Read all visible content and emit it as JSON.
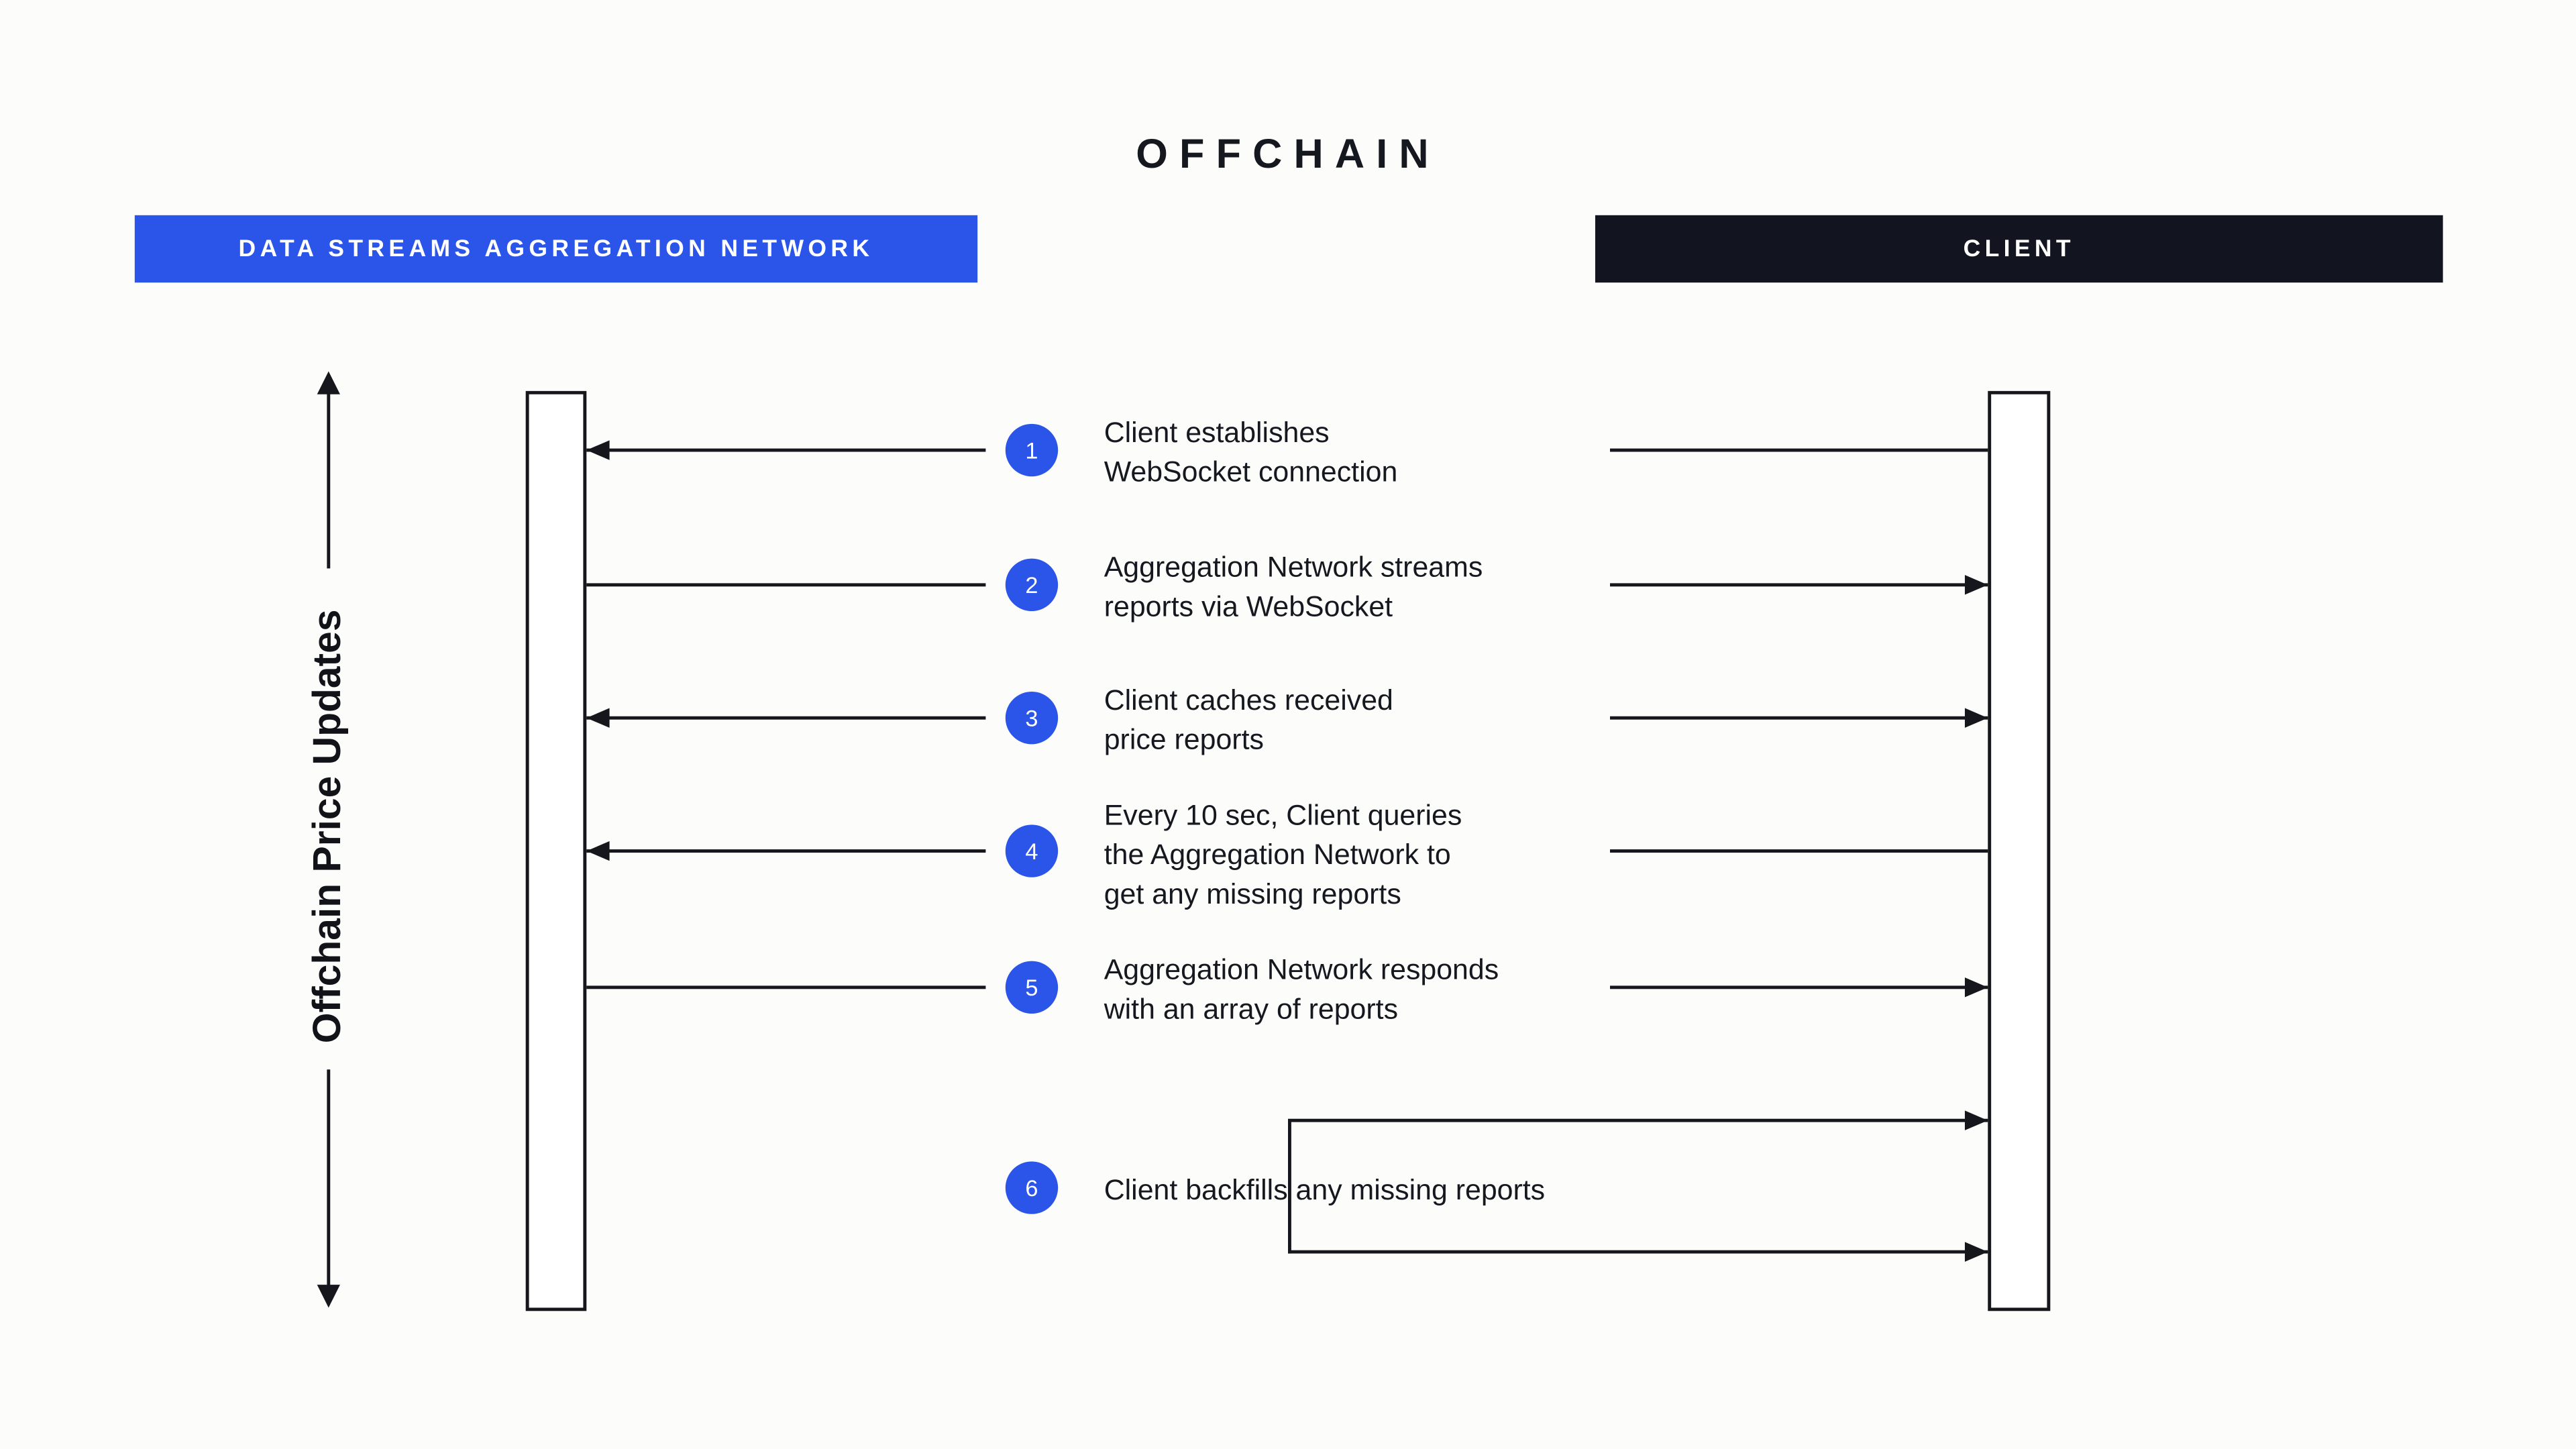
{
  "title": "OFFCHAIN",
  "axis_label": "Offchain Price Updates",
  "participants": [
    {
      "id": "aggregation-network",
      "label": "DATA STREAMS AGGREGATION NETWORK",
      "color": "#2b55e8"
    },
    {
      "id": "client",
      "label": "CLIENT",
      "color": "#12141f"
    }
  ],
  "colors": {
    "accent_blue": "#2b55e8",
    "dark_header": "#12141f",
    "line": "#15171c",
    "background": "#fcfcfa"
  },
  "steps": [
    {
      "num": "1",
      "text": "Client establishes\nWebSocket connection",
      "left_arrowhead": true,
      "right_arrowhead": false
    },
    {
      "num": "2",
      "text": "Aggregation Network streams\nreports via WebSocket",
      "left_arrowhead": false,
      "right_arrowhead": true
    },
    {
      "num": "3",
      "text": "Client caches received\nprice reports",
      "left_arrowhead": true,
      "right_arrowhead": true
    },
    {
      "num": "4",
      "text": "Every 10 sec, Client queries\nthe Aggregation Network to\nget any missing reports",
      "left_arrowhead": true,
      "right_arrowhead": false
    },
    {
      "num": "5",
      "text": "Aggregation Network responds\nwith an array of reports",
      "left_arrowhead": false,
      "right_arrowhead": true
    },
    {
      "num": "6",
      "text": "Client backfills any missing reports",
      "left_arrowhead": false,
      "right_arrowhead": true
    }
  ]
}
